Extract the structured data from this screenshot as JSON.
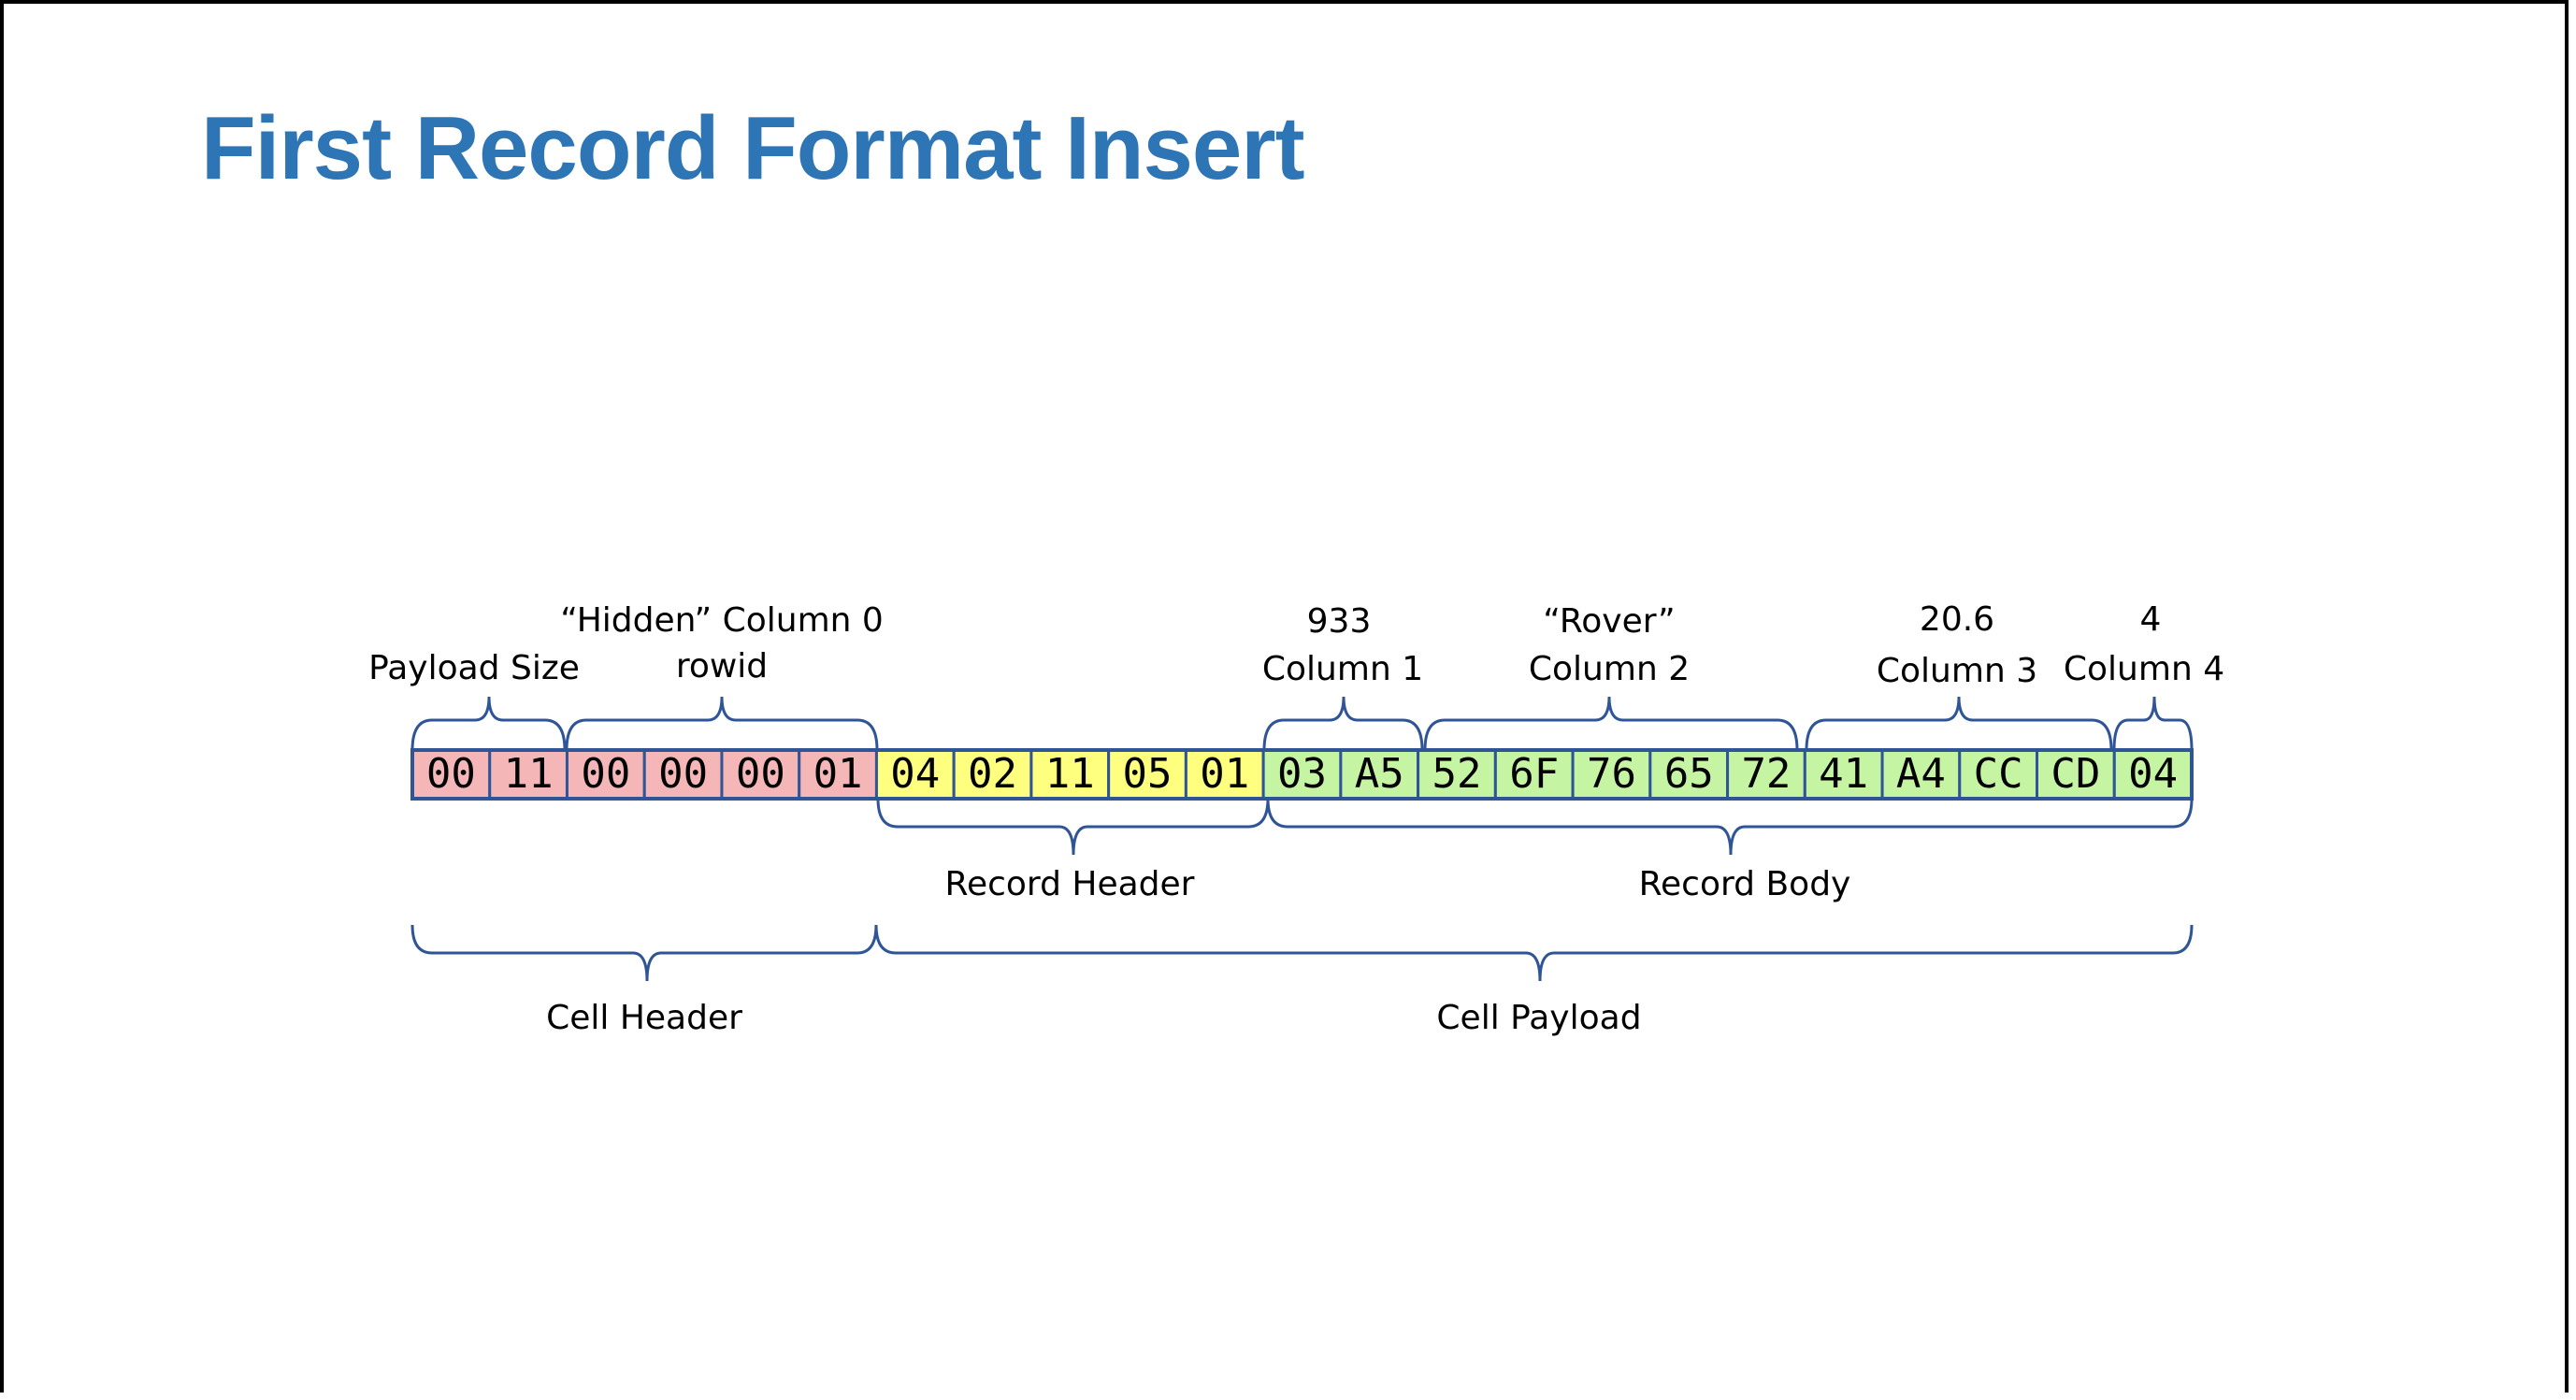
{
  "title": "First Record Format Insert",
  "colors": {
    "title": "#2E75B6",
    "cell_header": "#F4B6B6",
    "record_header": "#FFFF7F",
    "record_body": "#C5F5A3",
    "border": "#2F5597"
  },
  "bytes": [
    {
      "hex": "00",
      "group": "cell_header"
    },
    {
      "hex": "11",
      "group": "cell_header"
    },
    {
      "hex": "00",
      "group": "cell_header"
    },
    {
      "hex": "00",
      "group": "cell_header"
    },
    {
      "hex": "00",
      "group": "cell_header"
    },
    {
      "hex": "01",
      "group": "cell_header"
    },
    {
      "hex": "04",
      "group": "record_header"
    },
    {
      "hex": "02",
      "group": "record_header"
    },
    {
      "hex": "11",
      "group": "record_header"
    },
    {
      "hex": "05",
      "group": "record_header"
    },
    {
      "hex": "01",
      "group": "record_header"
    },
    {
      "hex": "03",
      "group": "record_body"
    },
    {
      "hex": "A5",
      "group": "record_body"
    },
    {
      "hex": "52",
      "group": "record_body"
    },
    {
      "hex": "6F",
      "group": "record_body"
    },
    {
      "hex": "76",
      "group": "record_body"
    },
    {
      "hex": "65",
      "group": "record_body"
    },
    {
      "hex": "72",
      "group": "record_body"
    },
    {
      "hex": "41",
      "group": "record_body"
    },
    {
      "hex": "A4",
      "group": "record_body"
    },
    {
      "hex": "CC",
      "group": "record_body"
    },
    {
      "hex": "CD",
      "group": "record_body"
    },
    {
      "hex": "04",
      "group": "record_body"
    }
  ],
  "labels": {
    "payload_size": "Payload Size",
    "hidden_column": "“Hidden” Column 0",
    "rowid": "rowid",
    "col1_value": "933",
    "col1_name": "Column 1",
    "col2_value": "“Rover”",
    "col2_name": "Column 2",
    "col3_value": "20.6",
    "col3_name": "Column 3",
    "col4_value": "4",
    "col4_name": "Column 4",
    "record_header": "Record Header",
    "record_body": "Record Body",
    "cell_header": "Cell Header",
    "cell_payload": "Cell Payload"
  }
}
